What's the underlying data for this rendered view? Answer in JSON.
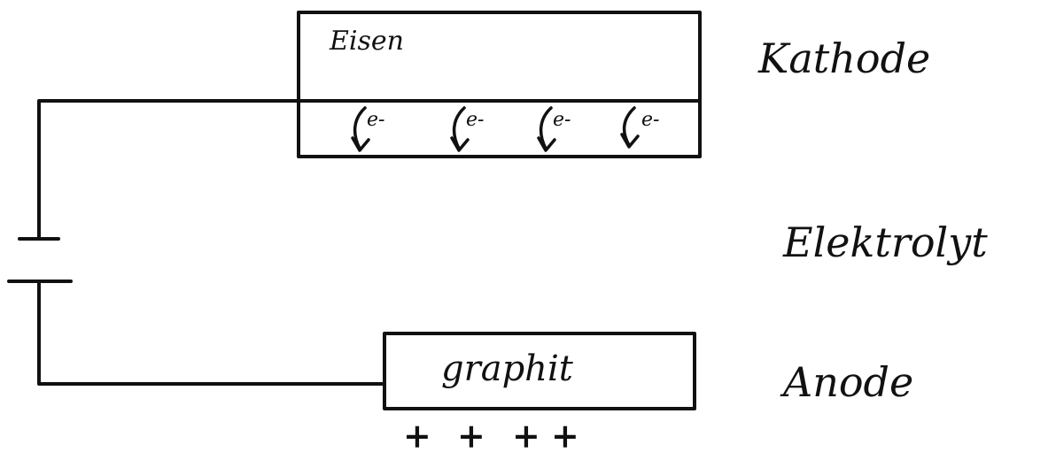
{
  "cathode": {
    "material": "Eisen",
    "label": "Kathode",
    "electrons": [
      "e-",
      "e-",
      "e-",
      "e-"
    ]
  },
  "electrolyte": {
    "label": "Elektrolyt"
  },
  "anode": {
    "material": "graphit",
    "label": "Anode",
    "charges": [
      "+",
      "+",
      "+",
      "+"
    ]
  }
}
